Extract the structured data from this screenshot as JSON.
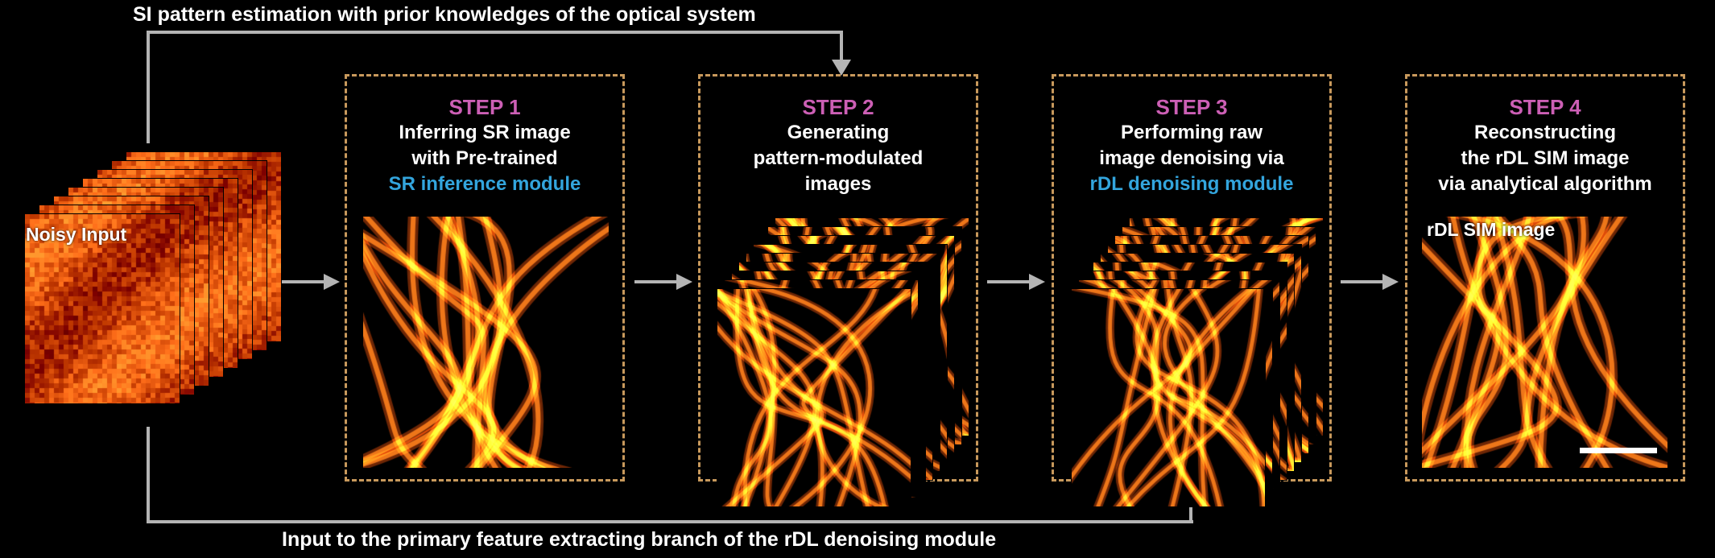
{
  "top_caption": "SI pattern estimation with prior knowledges of the optical system",
  "bottom_caption": "Input to the primary feature extracting branch of the rDL denoising module",
  "input_label": "Noisy Input",
  "steps": [
    {
      "title": "STEP 1",
      "lines": [
        "Inferring SR image",
        "with Pre-trained"
      ],
      "highlight": "SR inference module"
    },
    {
      "title": "STEP 2",
      "lines": [
        "Generating",
        "pattern-modulated",
        "images"
      ],
      "highlight": ""
    },
    {
      "title": "STEP 3",
      "lines": [
        "Performing  raw",
        "image denoising via"
      ],
      "highlight": "rDL denoising module"
    },
    {
      "title": "STEP 4",
      "lines": [
        "Reconstructing",
        "the rDL SIM image",
        "via analytical algorithm"
      ],
      "highlight": ""
    }
  ],
  "output_label": "rDL SIM image",
  "colors": {
    "step": "#cc5fb5",
    "highlight": "#33a5dd",
    "box_border": "#c8995c",
    "arrow": "#b4b4b4"
  }
}
